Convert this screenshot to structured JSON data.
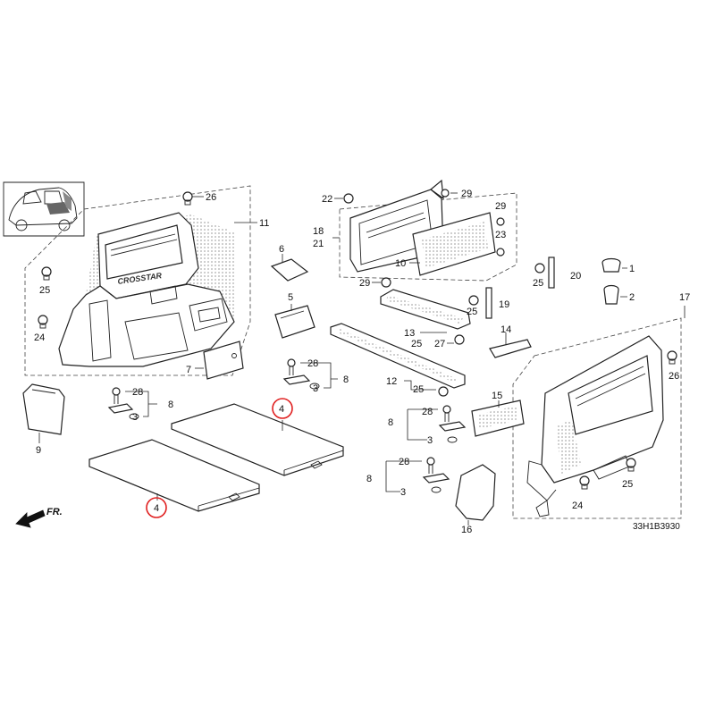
{
  "diagram": {
    "reference_code": "33H1B3930",
    "front_marker": "FR.",
    "highlighted_part": "4",
    "callouts": [
      {
        "id": "c1",
        "label": "1"
      },
      {
        "id": "c2",
        "label": "2"
      },
      {
        "id": "c3a",
        "label": "3"
      },
      {
        "id": "c3b",
        "label": "3"
      },
      {
        "id": "c3c",
        "label": "3"
      },
      {
        "id": "c3d",
        "label": "3"
      },
      {
        "id": "c4a",
        "label": "4"
      },
      {
        "id": "c4b",
        "label": "4"
      },
      {
        "id": "c5",
        "label": "5"
      },
      {
        "id": "c6",
        "label": "6"
      },
      {
        "id": "c7",
        "label": "7"
      },
      {
        "id": "c8a",
        "label": "8"
      },
      {
        "id": "c8b",
        "label": "8"
      },
      {
        "id": "c8c",
        "label": "8"
      },
      {
        "id": "c8d",
        "label": "8"
      },
      {
        "id": "c9",
        "label": "9"
      },
      {
        "id": "c10",
        "label": "10"
      },
      {
        "id": "c11",
        "label": "11"
      },
      {
        "id": "c12",
        "label": "12"
      },
      {
        "id": "c13",
        "label": "13"
      },
      {
        "id": "c14",
        "label": "14"
      },
      {
        "id": "c15",
        "label": "15"
      },
      {
        "id": "c16",
        "label": "16"
      },
      {
        "id": "c17",
        "label": "17"
      },
      {
        "id": "c18",
        "label": "18"
      },
      {
        "id": "c19",
        "label": "19"
      },
      {
        "id": "c20",
        "label": "20"
      },
      {
        "id": "c21",
        "label": "21"
      },
      {
        "id": "c22",
        "label": "22"
      },
      {
        "id": "c23",
        "label": "23"
      },
      {
        "id": "c24a",
        "label": "24"
      },
      {
        "id": "c24b",
        "label": "24"
      },
      {
        "id": "c25a",
        "label": "25"
      },
      {
        "id": "c25b",
        "label": "25"
      },
      {
        "id": "c25c",
        "label": "25"
      },
      {
        "id": "c25d",
        "label": "25"
      },
      {
        "id": "c25e",
        "label": "25"
      },
      {
        "id": "c25f",
        "label": "25"
      },
      {
        "id": "c25g",
        "label": "25"
      },
      {
        "id": "c26a",
        "label": "26"
      },
      {
        "id": "c26b",
        "label": "26"
      },
      {
        "id": "c27",
        "label": "27"
      },
      {
        "id": "c28a",
        "label": "28"
      },
      {
        "id": "c28b",
        "label": "28"
      },
      {
        "id": "c28c",
        "label": "28"
      },
      {
        "id": "c28d",
        "label": "28"
      },
      {
        "id": "c29a",
        "label": "29"
      },
      {
        "id": "c29b",
        "label": "29"
      },
      {
        "id": "c29c",
        "label": "29"
      }
    ]
  }
}
